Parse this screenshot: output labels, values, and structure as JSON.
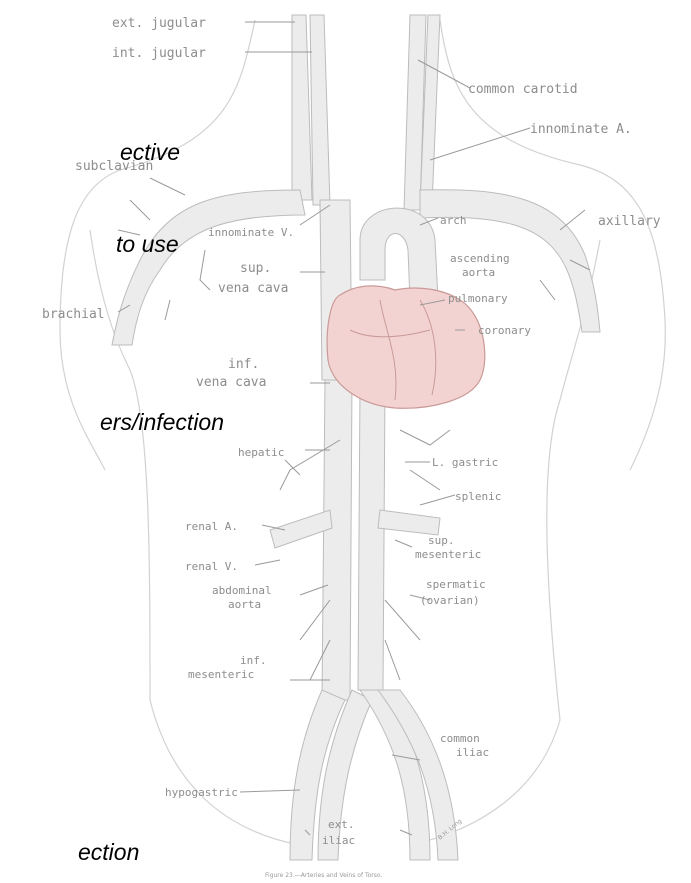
{
  "slide_text": {
    "line1": "ective",
    "line2": "to use",
    "line3": "ers/infection",
    "line4": "ection"
  },
  "labels": {
    "ext_jugular": "ext. jugular",
    "int_jugular": "int. jugular",
    "common_carotid": "common carotid",
    "innominate_a": "innominate A.",
    "subclavian": "subclavian",
    "axillary": "axillary",
    "innominate_v": "innominate V.",
    "arch": "arch",
    "ascending": "ascending",
    "aorta": "aorta",
    "sup": "sup.",
    "vena_cava": "vena cava",
    "pulmonary": "pulmonary",
    "brachial": "brachial",
    "coronary": "coronary",
    "inf": "inf.",
    "vena_cava_inf": "vena cava",
    "hepatic": "hepatic",
    "l_gastric": "L. gastric",
    "splenic": "splenic",
    "renal_a": "renal A.",
    "renal_v": "renal V.",
    "sup2": "sup.",
    "mesenteric": "mesenteric",
    "abdominal": "abdominal",
    "aorta2": "aorta",
    "spermatic": "spermatic",
    "ovarian": "(ovarian)",
    "inf2": "inf.",
    "mesenteric2": "mesenteric",
    "common": "common",
    "iliac": "iliac",
    "hypogastric": "hypogastric",
    "ext": "ext.",
    "iliac2": "iliac",
    "caption": "Figure 23.—Arteries and Veins of Torso.",
    "signature": "B.H. Long"
  },
  "colors": {
    "vessel": "#ececec",
    "vessel_stroke": "#bcbcbc",
    "heart": "#f3d3d1",
    "heart_stroke": "#c99a98",
    "label": "#8d8d8d",
    "text": "#000000"
  }
}
